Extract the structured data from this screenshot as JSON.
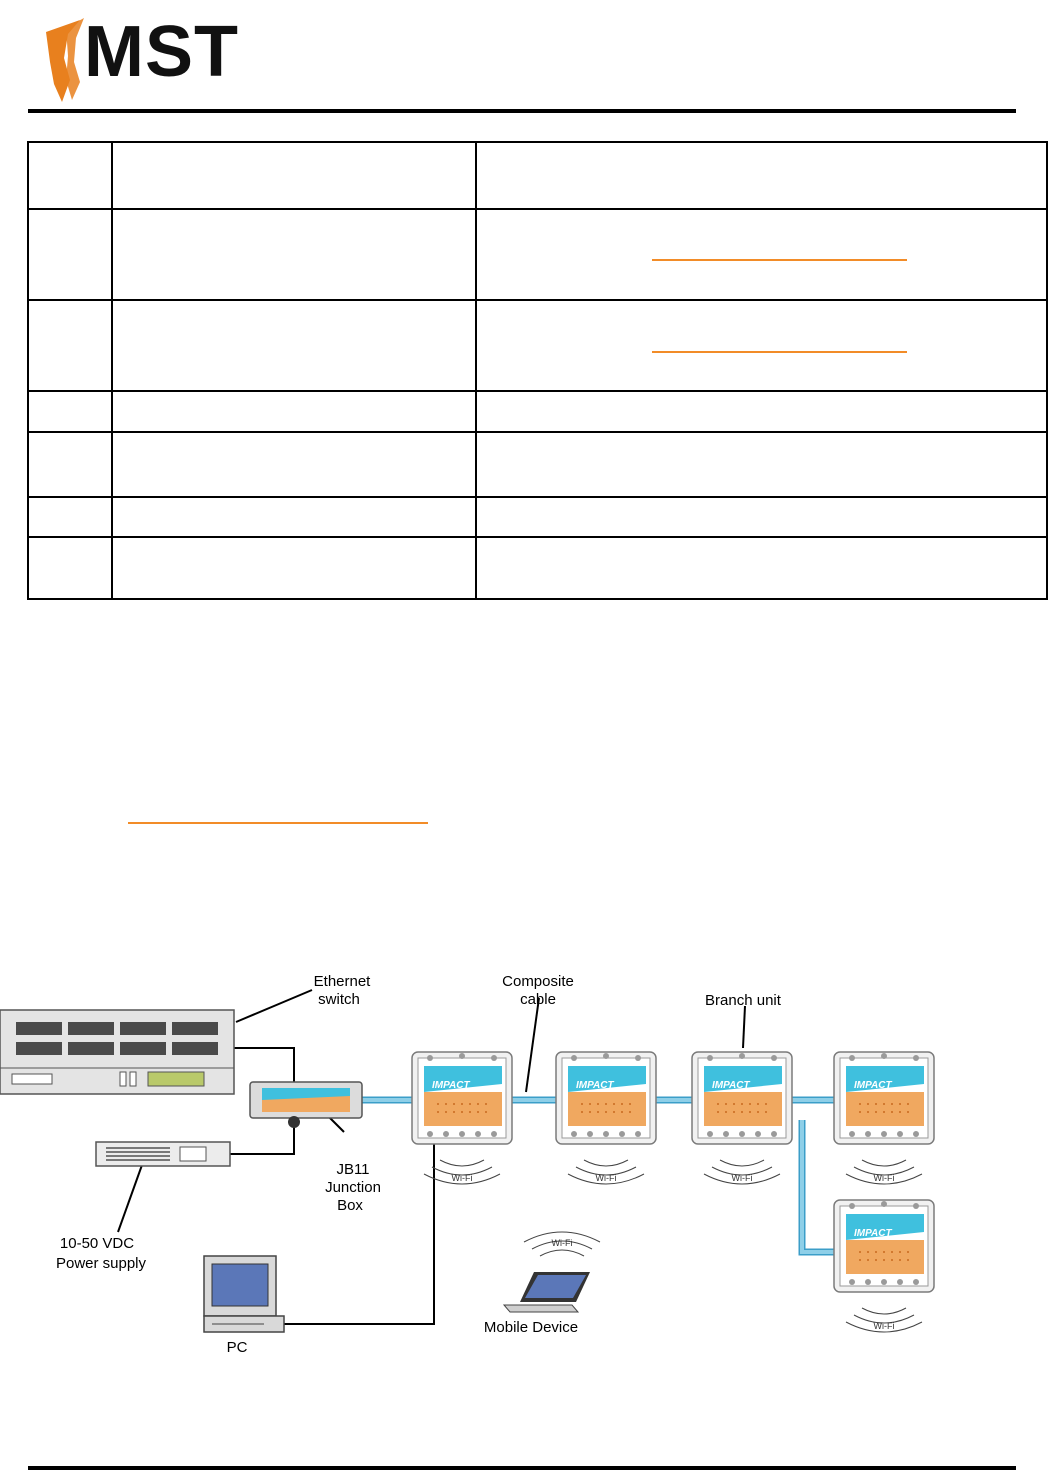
{
  "brand": {
    "logo_text": "MST",
    "accent": "#f28c28",
    "logo_orange": "#e8801e"
  },
  "diagram": {
    "labels": {
      "ethernet_switch": [
        "Ethernet",
        "switch"
      ],
      "composite_cable": [
        "Composite",
        "cable"
      ],
      "branch_unit": "Branch unit",
      "junction_box": [
        "JB11",
        "Junction",
        "Box"
      ],
      "power_supply": [
        "10-50 VDC",
        "Power supply"
      ],
      "pc": "PC",
      "mobile_device": "Mobile Device",
      "wifi": "Wi-Fi",
      "device_brand": "IMPACT"
    },
    "colors": {
      "cable": "#8ecfe8",
      "cable_edge": "#3b9ec8",
      "device_orange": "#f0a860",
      "device_teal": "#3fc0de"
    }
  }
}
